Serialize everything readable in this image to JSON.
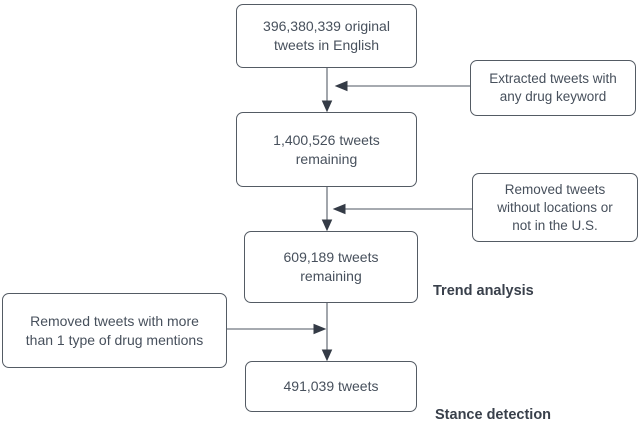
{
  "flowchart": {
    "main_boxes": [
      {
        "id": "original-tweets",
        "lines": [
          "396,380,339 original",
          "tweets in English"
        ]
      },
      {
        "id": "tweets-remaining-1",
        "lines": [
          "1,400,526 tweets",
          "remaining"
        ]
      },
      {
        "id": "tweets-remaining-2",
        "lines": [
          "609,189 tweets",
          "remaining"
        ]
      },
      {
        "id": "final-tweets",
        "lines": [
          "491,039 tweets"
        ]
      }
    ],
    "side_boxes": [
      {
        "id": "extracted-drug-keyword",
        "lines": [
          "Extracted tweets with",
          "any drug keyword"
        ]
      },
      {
        "id": "removed-no-location",
        "lines": [
          "Removed tweets",
          "without locations or",
          "not in the U.S."
        ]
      },
      {
        "id": "removed-multi-drug",
        "lines": [
          "Removed tweets with more",
          "than 1 type of drug mentions"
        ]
      }
    ],
    "labels": {
      "trend": "Trend analysis",
      "stance": "Stance detection"
    },
    "colors": {
      "background": "#ffffff",
      "box_border": "#545b64",
      "box_fill": "#ffffff",
      "box_text": "#47505c",
      "label_text": "#39404b",
      "connector_line": "#707780",
      "arrowhead": "#343b46"
    }
  }
}
